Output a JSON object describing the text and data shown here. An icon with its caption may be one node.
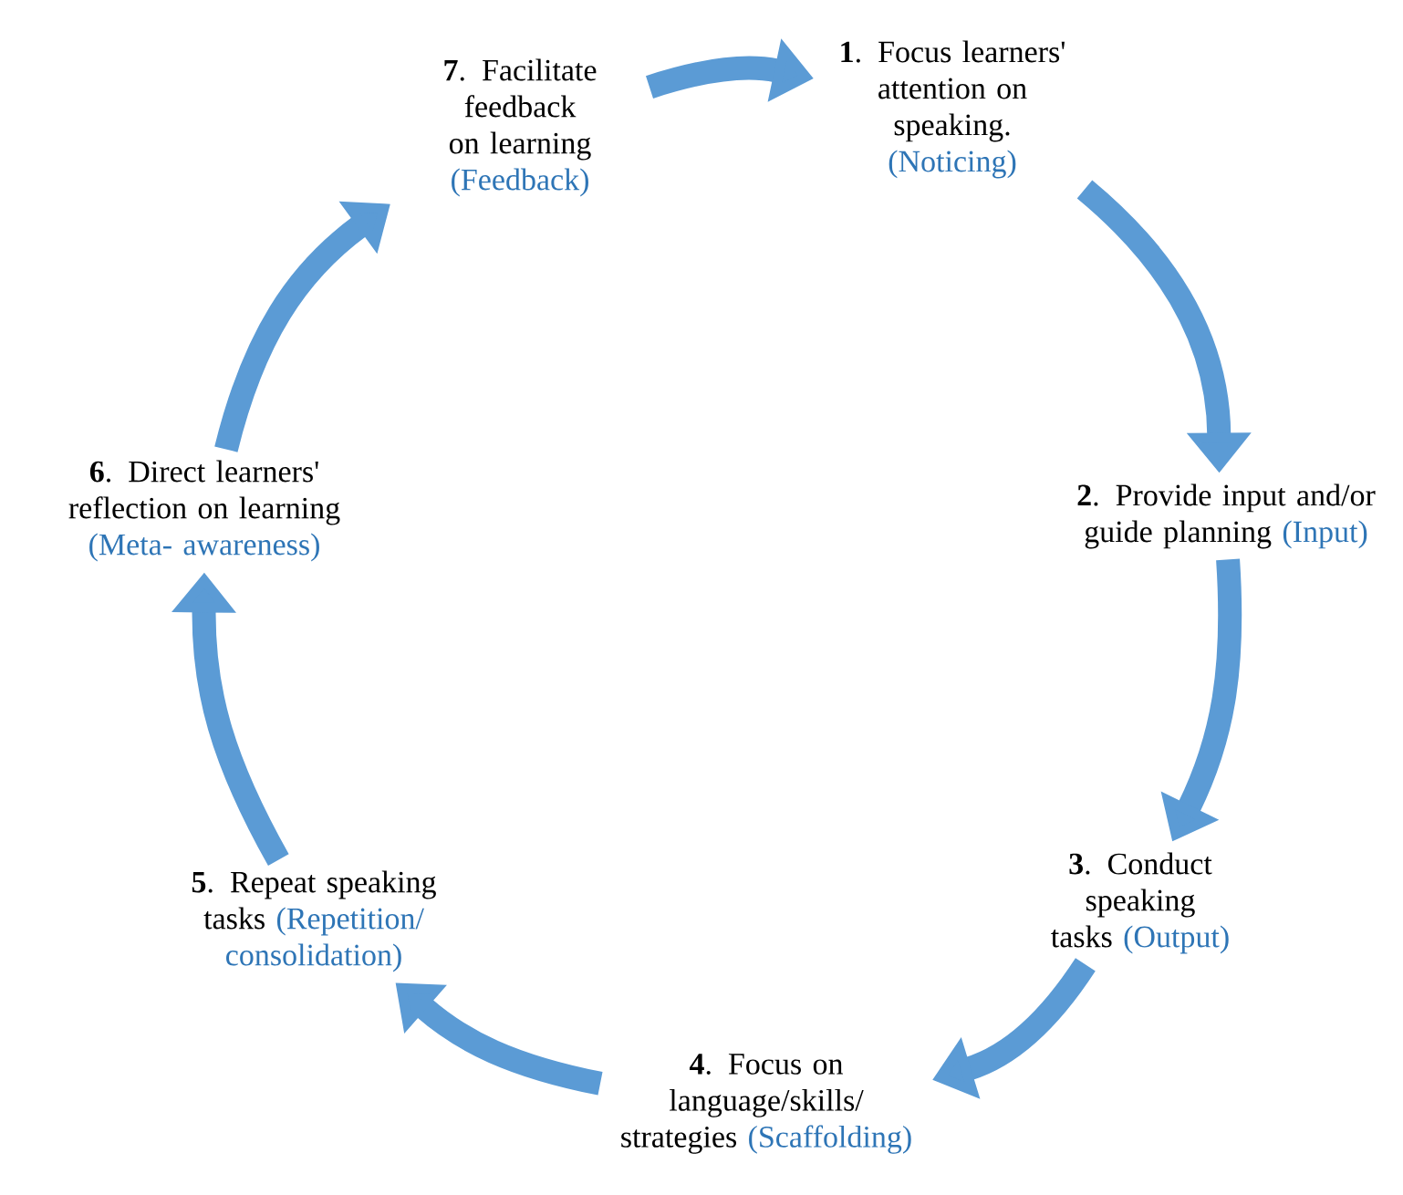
{
  "diagram": {
    "nodes": [
      {
        "text": [
          "**1**. Focus learners' attention on speaking.",
          "(Noticing)"
        ]
      },
      {
        "text": [
          "**2**. Provide input and/or guide planning",
          "(Input)"
        ]
      },
      {
        "text": [
          "**3**. Conduct speaking tasks",
          "(Output)"
        ]
      },
      {
        "text": [
          "**4**. Focus on language/skills/ strategies",
          "(Scaffolding)"
        ]
      },
      {
        "text": [
          "**5**. Repeat speaking tasks",
          "(Repetition/ consolidation)"
        ]
      },
      {
        "text": [
          "**6**. Direct learners' reflection on learning",
          "(Meta- awareness)"
        ]
      },
      {
        "text": [
          "**7**. Facilitate feedback on learning",
          "(Feedback)"
        ]
      }
    ],
    "edges": [
      {
        "from": 0,
        "to": 1,
        "arrow": "to"
      },
      {
        "from": 1,
        "to": 2,
        "arrow": "to"
      },
      {
        "from": 2,
        "to": 3,
        "arrow": "to"
      },
      {
        "from": 3,
        "to": 4,
        "arrow": "to"
      },
      {
        "from": 4,
        "to": 5,
        "arrow": "to"
      },
      {
        "from": 5,
        "to": 6,
        "arrow": "to"
      },
      {
        "from": 6,
        "to": 0,
        "arrow": "to"
      }
    ]
  }
}
